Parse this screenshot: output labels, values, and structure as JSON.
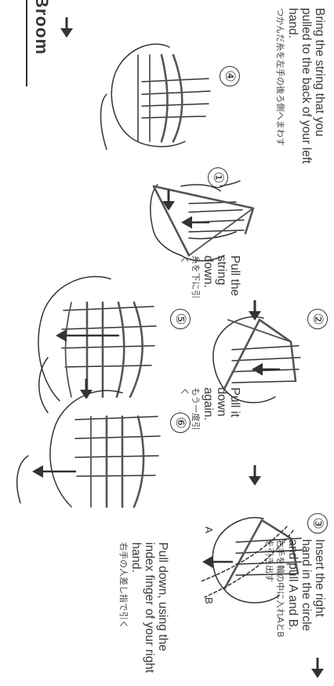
{
  "page": {
    "title": "Broom"
  },
  "steps": [
    {
      "number": "①",
      "caption_en": "Pull the string down.",
      "caption_ja": "糸を下に引く"
    },
    {
      "number": "②",
      "caption_en": "Pull it down again.",
      "caption_ja": "もう一度引く"
    },
    {
      "number": "③",
      "caption_en": "Insert the right hand in the circle and pull A and B.",
      "caption_ja": "右手を輪の中に入れAとBを引き出す",
      "point_labels": [
        "A",
        "B"
      ]
    },
    {
      "number": "④",
      "caption_en": "Bring the string that you pulled to the back of your left hand.",
      "caption_ja": "つかんだ糸を左手の後ろ側へまわす"
    },
    {
      "number": "⑤",
      "caption_en": "",
      "caption_ja": ""
    },
    {
      "number": "⑥",
      "caption_en": "Pull down, using the index finger of your right hand.",
      "caption_ja": "右手の人差し指で引く"
    }
  ],
  "icons": {
    "flow_arrow": "down-arrow-icon",
    "pull_arrow": "left-arrow-icon"
  },
  "colors": {
    "ink": "#333333",
    "string": "#555555",
    "background": "#ffffff"
  }
}
